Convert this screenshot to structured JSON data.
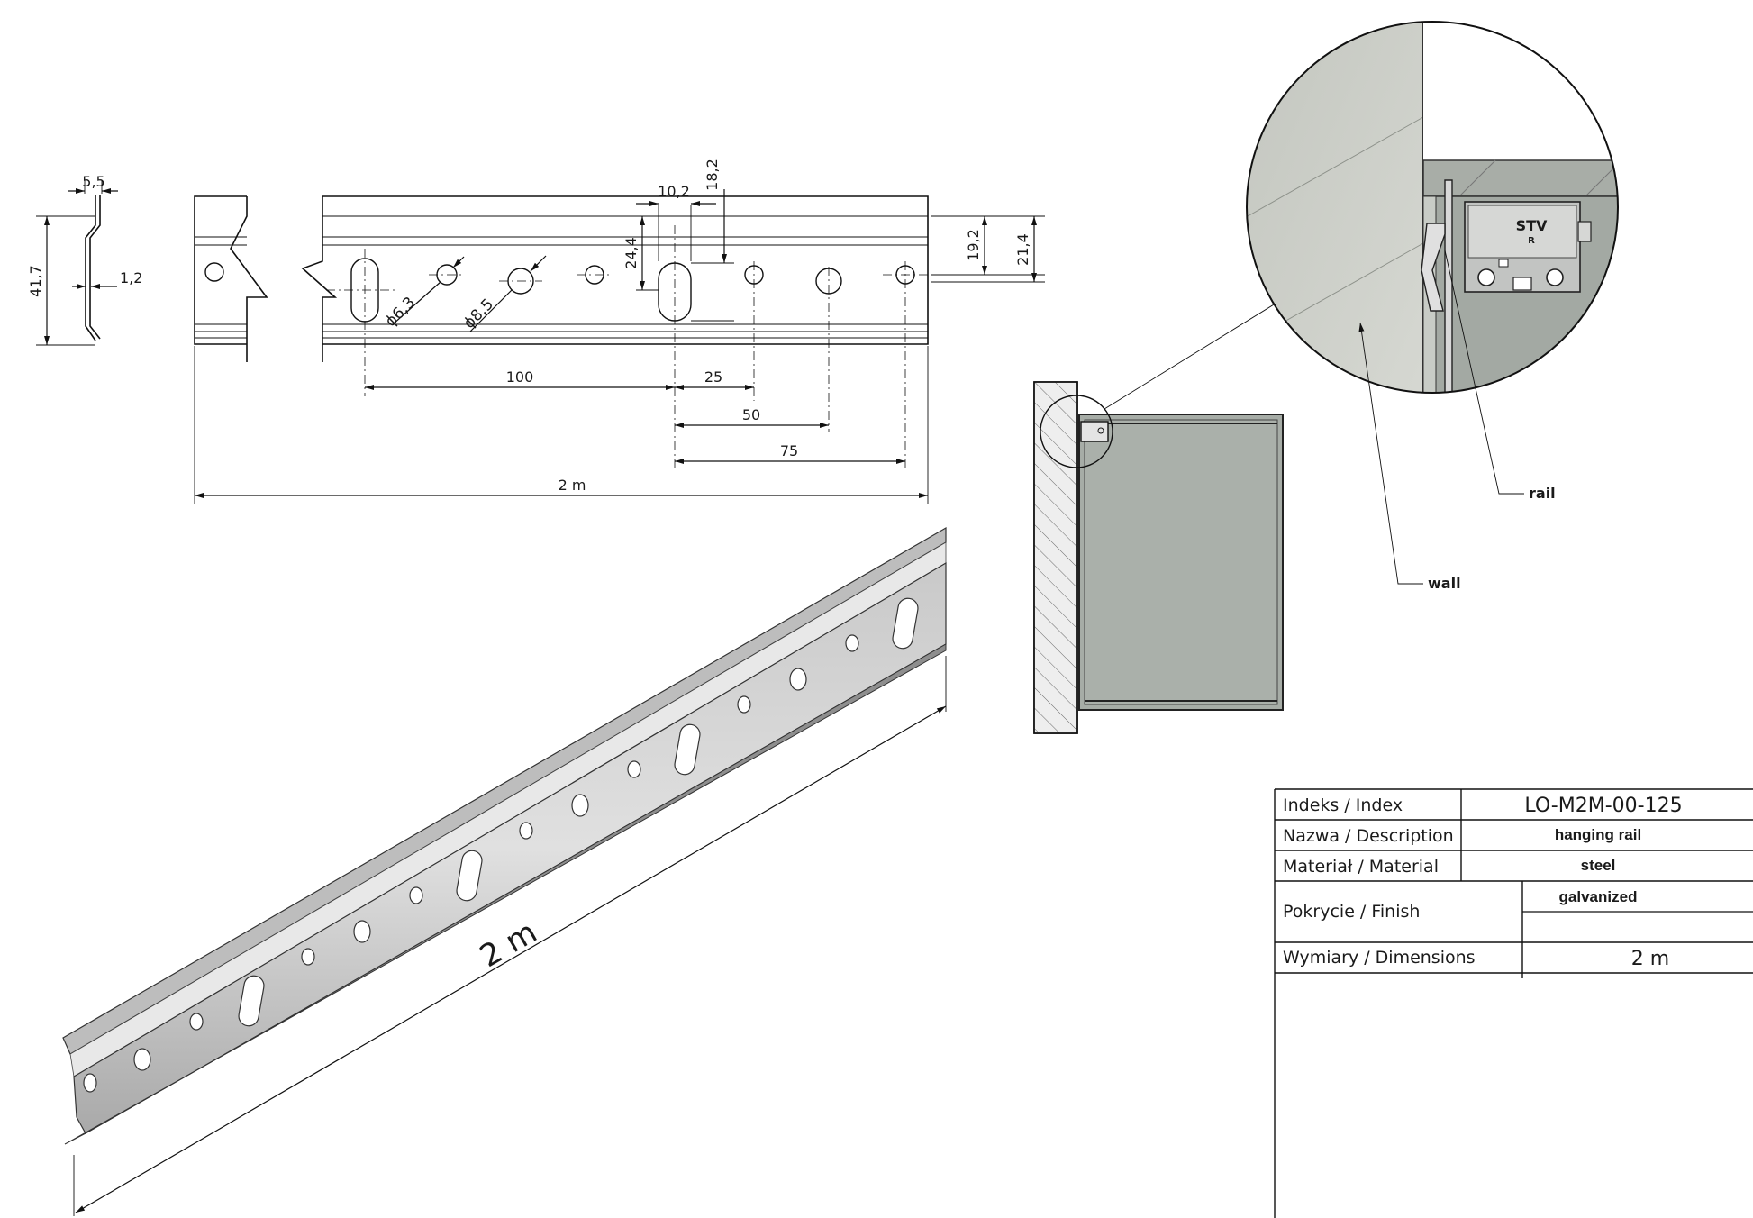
{
  "profile": {
    "top_width": "5,5",
    "thickness": "1,2",
    "height": "41,7"
  },
  "front_view": {
    "slot_width": "10,2",
    "slot_height": "18,2",
    "slot_length": "24,4",
    "hole_small": "ϕ6,3",
    "hole_large": "ϕ8,5",
    "dist_100": "100",
    "dist_25": "25",
    "dist_50": "50",
    "dist_75": "75",
    "height_19": "19,2",
    "height_21": "21,4",
    "total_length": "2 m"
  },
  "iso_view": {
    "length": "2 m"
  },
  "detail": {
    "rail_label": "rail",
    "wall_label": "wall",
    "brand": "STV",
    "brand_side": "R"
  },
  "title_block": {
    "index_label": "Indeks / Index",
    "index_value": "LO-M2M-00-125",
    "name_label": "Nazwa / Description",
    "name_value": "hanging rail",
    "material_label": "Materiał / Material",
    "material_value": "steel",
    "finish_label": "Pokrycie / Finish",
    "finish_value": "galvanized",
    "dimensions_label": "Wymiary / Dimensions",
    "dimensions_value": "2 m"
  }
}
